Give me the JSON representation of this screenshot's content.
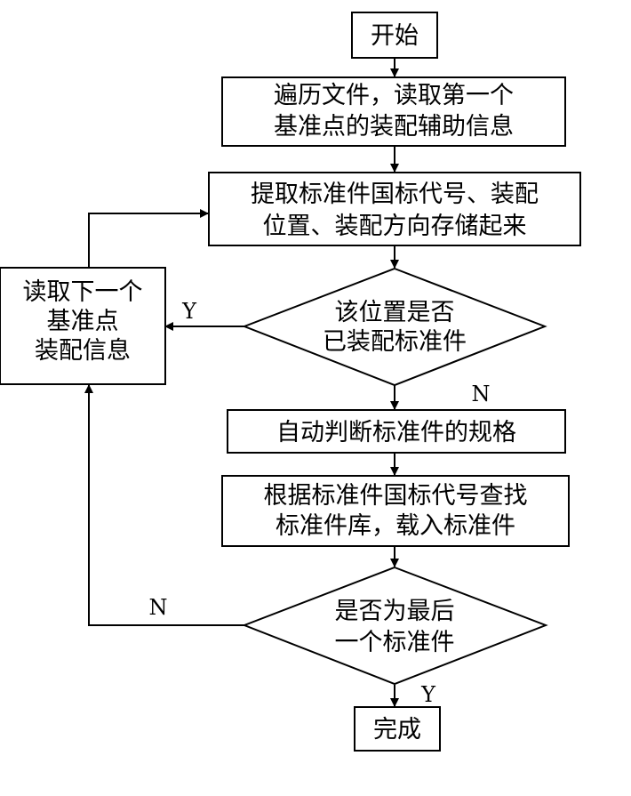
{
  "nodes": {
    "start": "开始",
    "traverse": [
      "遍历文件，读取第一个",
      "基准点的装配辅助信息"
    ],
    "extract": [
      "提取标准件国标代号、装配",
      "位置、装配方向存储起来"
    ],
    "assembled_check": [
      "该位置是否",
      "已装配标准件"
    ],
    "read_next": [
      "读取下一个",
      "基准点",
      "装配信息"
    ],
    "judge_spec": [
      "自动判断标准件的规格"
    ],
    "load_part": [
      "根据标准件国标代号查找",
      "标准件库，载入标准件"
    ],
    "last_check": [
      "是否为最后",
      "一个标准件"
    ],
    "finish": "完成"
  },
  "labels": {
    "assembled_yes": "Y",
    "assembled_no": "N",
    "last_no": "N",
    "last_yes": "Y"
  }
}
